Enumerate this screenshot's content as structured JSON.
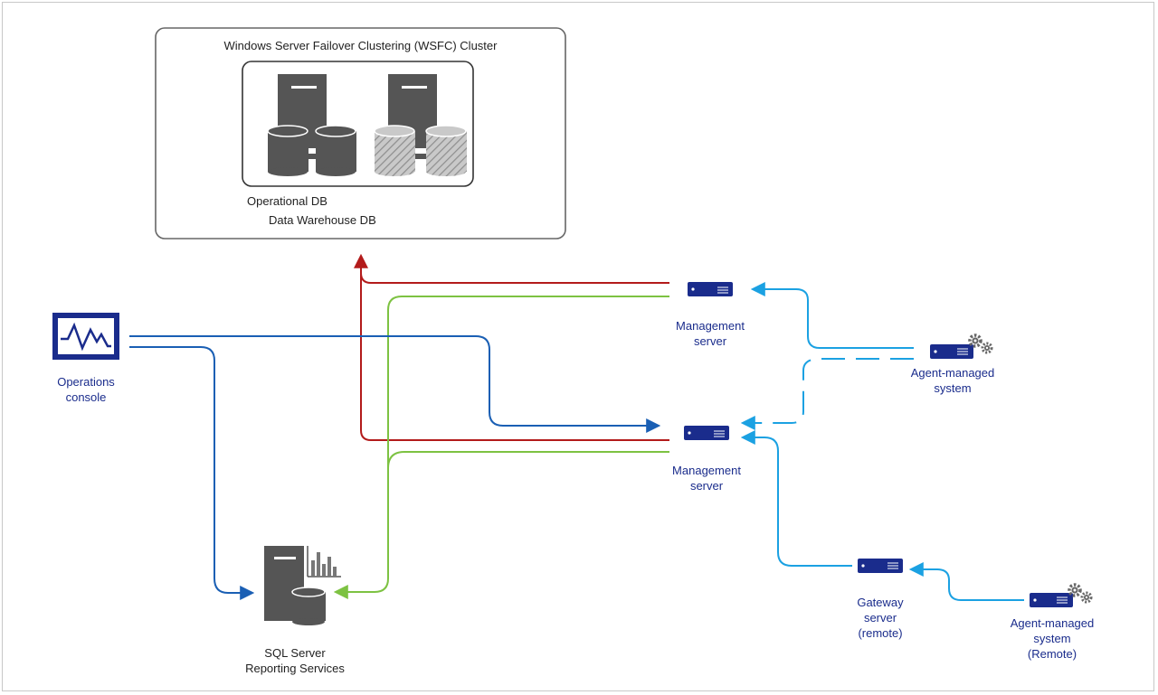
{
  "cluster": {
    "title": "Windows Server Failover Clustering (WSFC) Cluster",
    "operational_db_label": "Operational DB",
    "data_warehouse_db_label": "Data Warehouse DB"
  },
  "nodes": {
    "operations_console": {
      "label": "Operations\nconsole",
      "icon": "monitor-icon"
    },
    "management_server_1": {
      "label": "Management\nserver",
      "icon": "server-icon"
    },
    "management_server_2": {
      "label": "Management\nserver",
      "icon": "server-icon"
    },
    "agent_managed_system": {
      "label": "Agent-managed\nsystem",
      "icon": "server-gear-icon"
    },
    "gateway_server": {
      "label": "Gateway\nserver\n(remote)",
      "icon": "server-icon"
    },
    "agent_managed_remote": {
      "label": "Agent-managed\nsystem\n(Remote)",
      "icon": "server-gear-icon"
    },
    "sql_reporting": {
      "label": "SQL Server\nReporting Services",
      "icon": "report-server-icon"
    }
  },
  "colors": {
    "red_link": "#b31b1b",
    "green_link": "#7dc242",
    "dark_blue_link": "#1a5fb4",
    "light_blue_link": "#1ba1e2",
    "server_navy": "#1a2c8c",
    "db_gray": "#555555"
  }
}
